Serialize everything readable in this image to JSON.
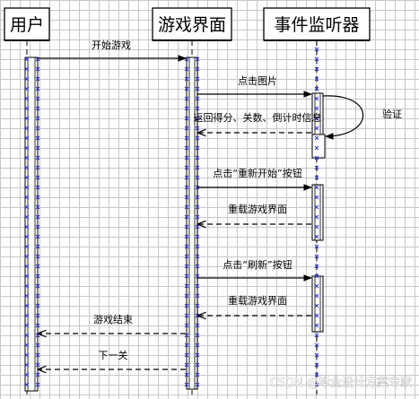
{
  "participants": [
    {
      "id": "user",
      "label": "用户"
    },
    {
      "id": "game",
      "label": "游戏界面"
    },
    {
      "id": "event",
      "label": "事件监听器"
    }
  ],
  "messages": [
    {
      "id": "start-game",
      "label": "开始游戏",
      "from": "user",
      "to": "game",
      "style": "solid"
    },
    {
      "id": "click-image",
      "label": "点击图片",
      "from": "game",
      "to": "event",
      "style": "solid"
    },
    {
      "id": "verify",
      "label": "验证",
      "from": "event",
      "to": "event",
      "style": "self"
    },
    {
      "id": "return-score",
      "label": "返回得分、关数、倒计时信息",
      "from": "event",
      "to": "game",
      "style": "dashed"
    },
    {
      "id": "click-restart",
      "label": "点击“重新开始”按钮",
      "from": "game",
      "to": "event",
      "style": "solid"
    },
    {
      "id": "reload-1",
      "label": "重载游戏界面",
      "from": "event",
      "to": "game",
      "style": "dashed"
    },
    {
      "id": "click-refresh",
      "label": "点击“刷新”按钮",
      "from": "game",
      "to": "event",
      "style": "solid"
    },
    {
      "id": "reload-2",
      "label": "重载游戏界面",
      "from": "event",
      "to": "game",
      "style": "dashed"
    },
    {
      "id": "game-over",
      "label": "游戏结束",
      "from": "game",
      "to": "user",
      "style": "dashed"
    },
    {
      "id": "next-level",
      "label": "下一关",
      "from": "game",
      "to": "user",
      "style": "dashed"
    }
  ],
  "watermark": "CSDN @毕业设计方案专家",
  "colors": {
    "line": "#000000",
    "marker": "#3333cc",
    "grid": "#c8c8c8",
    "activation_fill": "#ffffff"
  }
}
